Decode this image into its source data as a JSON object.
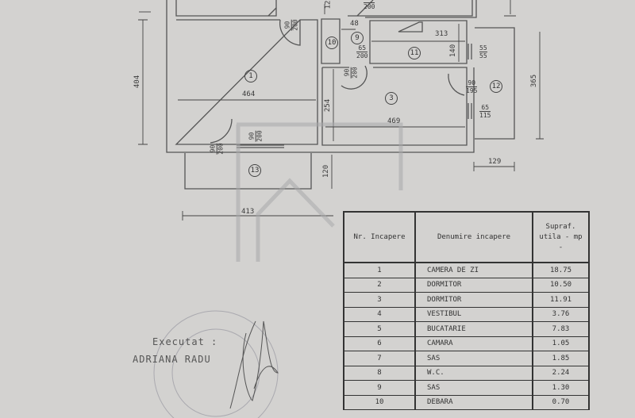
{
  "plan": {
    "rooms": {
      "r1": "1",
      "r3": "3",
      "r9": "9",
      "r10": "10",
      "r11": "11",
      "r12": "12",
      "r13": "13"
    },
    "dims": {
      "d404": "404",
      "d464": "464",
      "d469": "469",
      "d254": "254",
      "d313": "313",
      "d140": "140",
      "d48": "48",
      "d365": "365",
      "d129": "129",
      "d120": "120",
      "d413": "413",
      "d12": "12"
    },
    "doors": [
      {
        "w": "90",
        "h": "200"
      },
      {
        "w": "65",
        "h": "200"
      },
      {
        "w": "90",
        "h": "200"
      },
      {
        "w": "90",
        "h": "195"
      },
      {
        "w": "90",
        "h": "200"
      },
      {
        "w": "90",
        "h": "200"
      },
      {
        "w": "55",
        "h": "55"
      },
      {
        "w": "65",
        "h": "115"
      },
      {
        "w": "",
        "h": "200"
      }
    ]
  },
  "table": {
    "headers": [
      "Nr. Incapere",
      "Denumire incapere",
      "Supraf. utila - mp -"
    ],
    "rows": [
      [
        "1",
        "CAMERA DE ZI",
        "18.75"
      ],
      [
        "2",
        "DORMITOR",
        "10.50"
      ],
      [
        "3",
        "DORMITOR",
        "11.91"
      ],
      [
        "4",
        "VESTIBUL",
        "3.76"
      ],
      [
        "5",
        "BUCATARIE",
        "7.83"
      ],
      [
        "6",
        "CAMARA",
        "1.05"
      ],
      [
        "7",
        "SAS",
        "1.85"
      ],
      [
        "8",
        "W.C.",
        "2.24"
      ],
      [
        "9",
        "SAS",
        "1.30"
      ],
      [
        "10",
        "DEBARA",
        "0.70"
      ]
    ]
  },
  "signature": {
    "label": "Executat :",
    "name": "ADRIANA RADU"
  }
}
